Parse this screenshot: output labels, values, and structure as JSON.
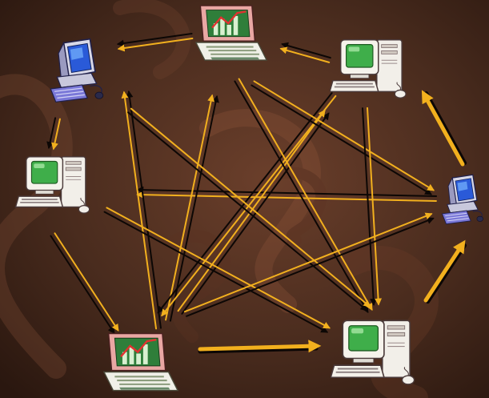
{
  "diagram": {
    "background": {
      "base_color": "#4a2c1e",
      "shade_color": "#2a170f",
      "swirl_color": "#6b3f2b"
    },
    "colors": {
      "link_primary": "#f2b01e",
      "link_secondary": "#0c0705"
    },
    "nodes": [
      {
        "id": "laptop-top",
        "icon": "laptop-chart-icon"
      },
      {
        "id": "workstation-top-left",
        "icon": "crt-workstation-icon"
      },
      {
        "id": "desktop-top-right",
        "icon": "desktop-tower-icon"
      },
      {
        "id": "desktop-left",
        "icon": "desktop-tower-icon"
      },
      {
        "id": "workstation-right",
        "icon": "crt-workstation-icon"
      },
      {
        "id": "laptop-bottom",
        "icon": "laptop-chart-icon"
      },
      {
        "id": "desktop-bottom-right",
        "icon": "desktop-tower-icon"
      }
    ],
    "links": [
      {
        "from": "laptop-top",
        "to": "workstation-top-left",
        "style": "pair"
      },
      {
        "from": "desktop-top-right",
        "to": "laptop-top",
        "style": "pair"
      },
      {
        "from": "workstation-top-left",
        "to": "desktop-left",
        "style": "pair"
      },
      {
        "from": "workstation-right",
        "to": "desktop-top-right",
        "style": "bold"
      },
      {
        "from": "workstation-right",
        "to": "desktop-left",
        "style": "pair"
      },
      {
        "from": "laptop-bottom",
        "to": "workstation-right",
        "style": "bold"
      },
      {
        "from": "laptop-bottom",
        "to": "desktop-bottom-right",
        "style": "bold"
      },
      {
        "from": "desktop-left",
        "to": "laptop-bottom",
        "style": "pair"
      },
      {
        "from": "laptop-bottom",
        "to": "workstation-top-left",
        "style": "pair"
      },
      {
        "from": "laptop-bottom",
        "to": "laptop-top",
        "style": "pair"
      },
      {
        "from": "laptop-bottom",
        "to": "desktop-top-right",
        "style": "pair"
      },
      {
        "from": "desktop-top-right",
        "to": "laptop-bottom",
        "style": "pair"
      },
      {
        "from": "laptop-top",
        "to": "desktop-bottom-right",
        "style": "pair"
      },
      {
        "from": "laptop-top",
        "to": "workstation-right",
        "style": "pair"
      },
      {
        "from": "desktop-top-right",
        "to": "desktop-bottom-right",
        "style": "pair"
      },
      {
        "from": "workstation-top-left",
        "to": "desktop-bottom-right",
        "style": "pair"
      },
      {
        "from": "desktop-left",
        "to": "desktop-bottom-right",
        "style": "pair"
      },
      {
        "from": "laptop-bottom",
        "to": "workstation-right",
        "style": "pair"
      }
    ]
  }
}
